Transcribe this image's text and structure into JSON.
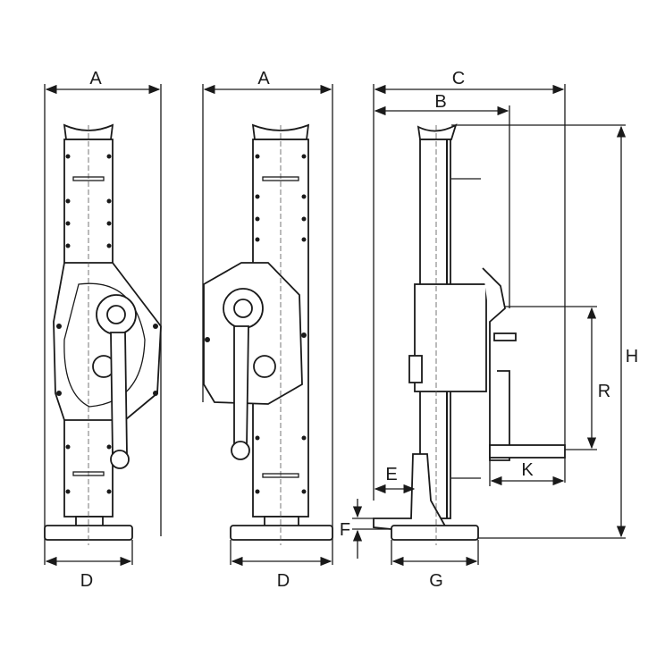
{
  "title": "Rack jack dimension drawing",
  "views": {
    "front_left": {
      "width_label": "A",
      "base_label": "D"
    },
    "front_right": {
      "width_label": "A",
      "base_label": "D"
    },
    "side": {
      "overall_depth_label": "C",
      "column_depth_label": "B",
      "height_label": "H",
      "crank_height_label": "R",
      "crank_offset_label": "K",
      "toe_length_label": "E",
      "toe_height_label": "F",
      "base_depth_label": "G"
    }
  }
}
